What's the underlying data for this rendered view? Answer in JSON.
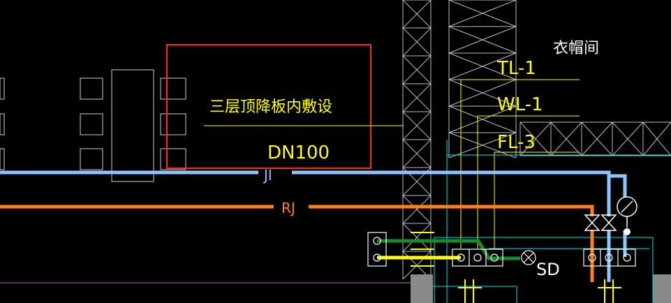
{
  "drawing": {
    "room_label": "衣帽间",
    "note_text": "三层顶降板内敷设",
    "pipe_size": "DN100",
    "risers": [
      "TL-1",
      "WL-1",
      "FL-3"
    ],
    "pipe_labels": {
      "cold_water": "JI",
      "hot_water": "RJ"
    },
    "equipment_label": "SD"
  },
  "colors": {
    "background": "#000000",
    "highlight_box": "#ff2a1a",
    "cold_water": "#8ec5ff",
    "hot_water": "#ff7f1e",
    "annotation": "#ffff00",
    "structure": "#ffffff",
    "cyan": "#00ffff",
    "green_pipe": "#1a8a2a",
    "yellow_pipe": "#ffff00",
    "grey_fill": "#8a8a8a",
    "magenta_line": "#cc66cc"
  }
}
